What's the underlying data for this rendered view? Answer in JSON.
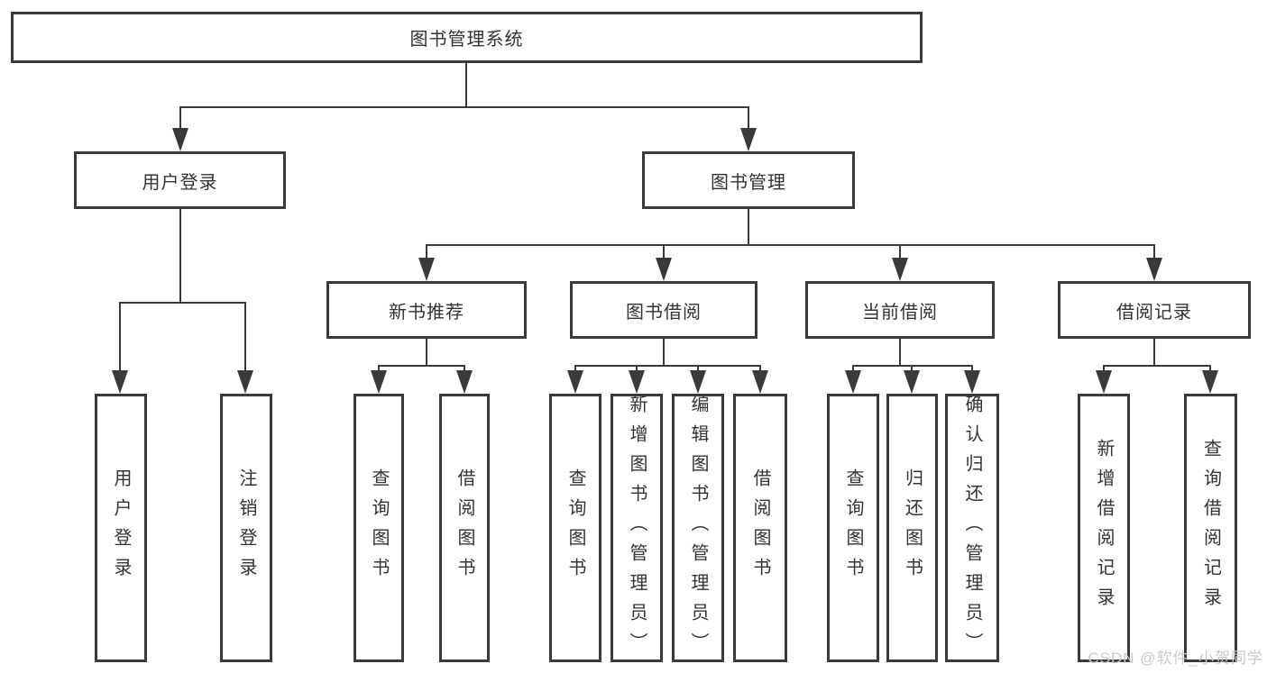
{
  "diagram": {
    "root": {
      "label": "图书管理系统"
    },
    "level2": [
      {
        "label": "用户登录"
      },
      {
        "label": "图书管理"
      }
    ],
    "level3": [
      {
        "label": "新书推荐",
        "parent": "图书管理"
      },
      {
        "label": "图书借阅",
        "parent": "图书管理"
      },
      {
        "label": "当前借阅",
        "parent": "图书管理"
      },
      {
        "label": "借阅记录",
        "parent": "图书管理"
      }
    ],
    "leaves": [
      {
        "label": "用户登录",
        "parent": "用户登录"
      },
      {
        "label": "注销登录",
        "parent": "用户登录"
      },
      {
        "label": "查询图书",
        "parent": "新书推荐"
      },
      {
        "label": "借阅图书",
        "parent": "新书推荐"
      },
      {
        "label": "查询图书",
        "parent": "图书借阅"
      },
      {
        "label": "新增图书（管理员）",
        "parent": "图书借阅"
      },
      {
        "label": "编辑图书（管理员）",
        "parent": "图书借阅"
      },
      {
        "label": "借阅图书",
        "parent": "图书借阅"
      },
      {
        "label": "查询图书",
        "parent": "当前借阅"
      },
      {
        "label": "归还图书",
        "parent": "当前借阅"
      },
      {
        "label": "确认归还（管理员）",
        "parent": "当前借阅"
      },
      {
        "label": "新增借阅记录",
        "parent": "借阅记录"
      },
      {
        "label": "查询借阅记录",
        "parent": "借阅记录"
      }
    ]
  },
  "watermark": {
    "text": "CSDN @软件_小贺同学"
  },
  "colors": {
    "line": "#3a3a3a",
    "text": "#333333",
    "background": "#ffffff",
    "watermark": "#c9c9c9"
  }
}
